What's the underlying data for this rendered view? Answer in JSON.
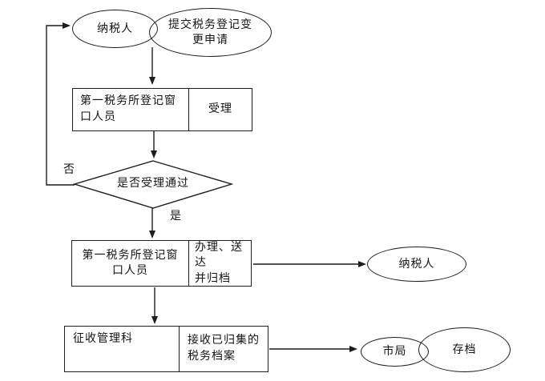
{
  "diagram": {
    "type": "flowchart",
    "language": "zh-CN",
    "colors": {
      "background": "#ffffff",
      "stroke": "#1c1c1c",
      "text": "#141414"
    }
  },
  "nodes": {
    "taxpayer_start": {
      "shape": "ellipse",
      "label": "纳税人"
    },
    "submit_change_request": {
      "shape": "ellipse",
      "lines": [
        "提交税务登记变",
        "更申请"
      ]
    },
    "accept_step": {
      "shape": "process",
      "actor_lines": [
        "第一税务所登记窗",
        "口人员"
      ],
      "action": "受理"
    },
    "decision": {
      "shape": "diamond",
      "label": "是否受理通过"
    },
    "handle_step": {
      "shape": "process",
      "actor_lines": [
        "第一税务所登记窗",
        "口人员"
      ],
      "action_lines": [
        "办理、送达",
        "并归档"
      ]
    },
    "taxpayer_result": {
      "shape": "ellipse",
      "label": "纳税人"
    },
    "collection_step": {
      "shape": "process",
      "actor": "征收管理科",
      "action_lines": [
        "接收已归集的",
        "税务档案"
      ]
    },
    "city_bureau": {
      "shape": "ellipse",
      "label": "市局"
    },
    "archive": {
      "shape": "ellipse",
      "label": "存档"
    }
  },
  "edge_labels": {
    "no": "否",
    "yes": "是"
  }
}
